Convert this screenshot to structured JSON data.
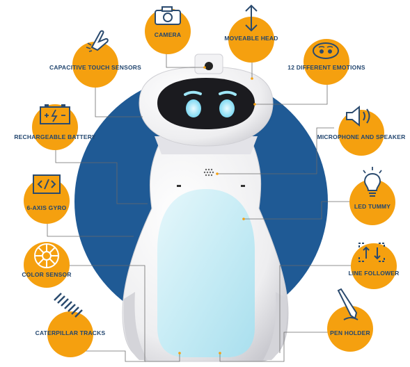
{
  "colors": {
    "accent": "#F5A00F",
    "disc": "#1F5A95",
    "label": "#22466f",
    "icon": "#2a4a6e",
    "tummy": "#cfeef6",
    "face": "#1b1b1f",
    "eyes": "#9fe6f7"
  },
  "features": {
    "camera": "CAMERA",
    "head": "MOVEABLE HEAD",
    "touch": "CAPACITIVE TOUCH SENSORS",
    "emotions": "12 DIFFERENT EMOTIONS",
    "battery": "RECHARGEABLE BATTERY",
    "mic": "MICROPHONE AND SPEAKER",
    "gyro": "6-AXIS GYRO",
    "led": "LED TUMMY",
    "color": "COLOR SENSOR",
    "line": "LINE FOLLOWER",
    "tracks": "CATERPILLAR TRACKS",
    "pen": "PEN HOLDER"
  },
  "icons": {
    "camera": "camera-icon",
    "head": "up-down-arrow-icon",
    "touch": "touch-hand-icon",
    "emotions": "emoji-face-icon",
    "battery": "battery-icon",
    "mic": "speaker-icon",
    "gyro": "chip-code-icon",
    "led": "light-bulb-icon",
    "color": "color-wheel-icon",
    "line": "line-scan-icon",
    "tracks": "tracks-icon",
    "pen": "pen-icon"
  }
}
